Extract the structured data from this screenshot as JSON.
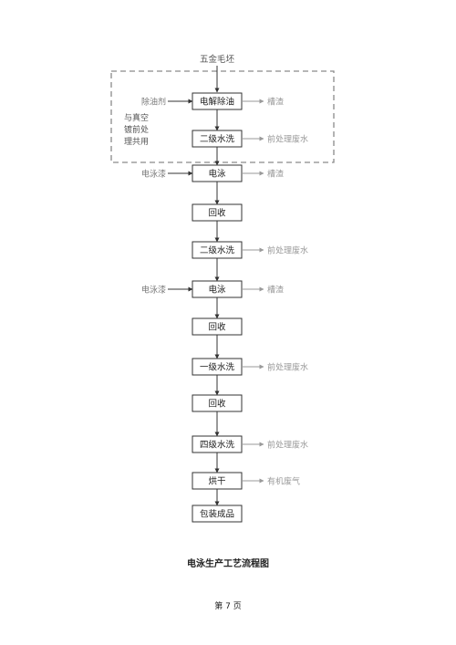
{
  "diagram": {
    "top_label": "五金毛坯",
    "group_note": [
      "与真空",
      "镀前处",
      "理共用"
    ],
    "colors": {
      "box": "#333333",
      "line": "#333333",
      "side": "#9a9a9a",
      "dash": "#8a8a8a"
    },
    "steps": [
      {
        "label": "电解除油",
        "input": "除油剂",
        "output": "槽渣"
      },
      {
        "label": "二级水洗",
        "input": "",
        "output": "前处理废水"
      },
      {
        "label": "电泳",
        "input": "电泳漆",
        "output": "槽渣"
      },
      {
        "label": "回收",
        "input": "",
        "output": ""
      },
      {
        "label": "二级水洗",
        "input": "",
        "output": "前处理废水"
      },
      {
        "label": "电泳",
        "input": "电泳漆",
        "output": "槽渣"
      },
      {
        "label": "回收",
        "input": "",
        "output": ""
      },
      {
        "label": "一级水洗",
        "input": "",
        "output": "前处理废水"
      },
      {
        "label": "回收",
        "input": "",
        "output": ""
      },
      {
        "label": "四级水洗",
        "input": "",
        "output": "前处理废水"
      },
      {
        "label": "烘干",
        "input": "",
        "output": "有机废气"
      },
      {
        "label": "包装成品",
        "input": "",
        "output": ""
      }
    ]
  },
  "title": "电泳生产工艺流程图",
  "page_number": "第 7 页"
}
